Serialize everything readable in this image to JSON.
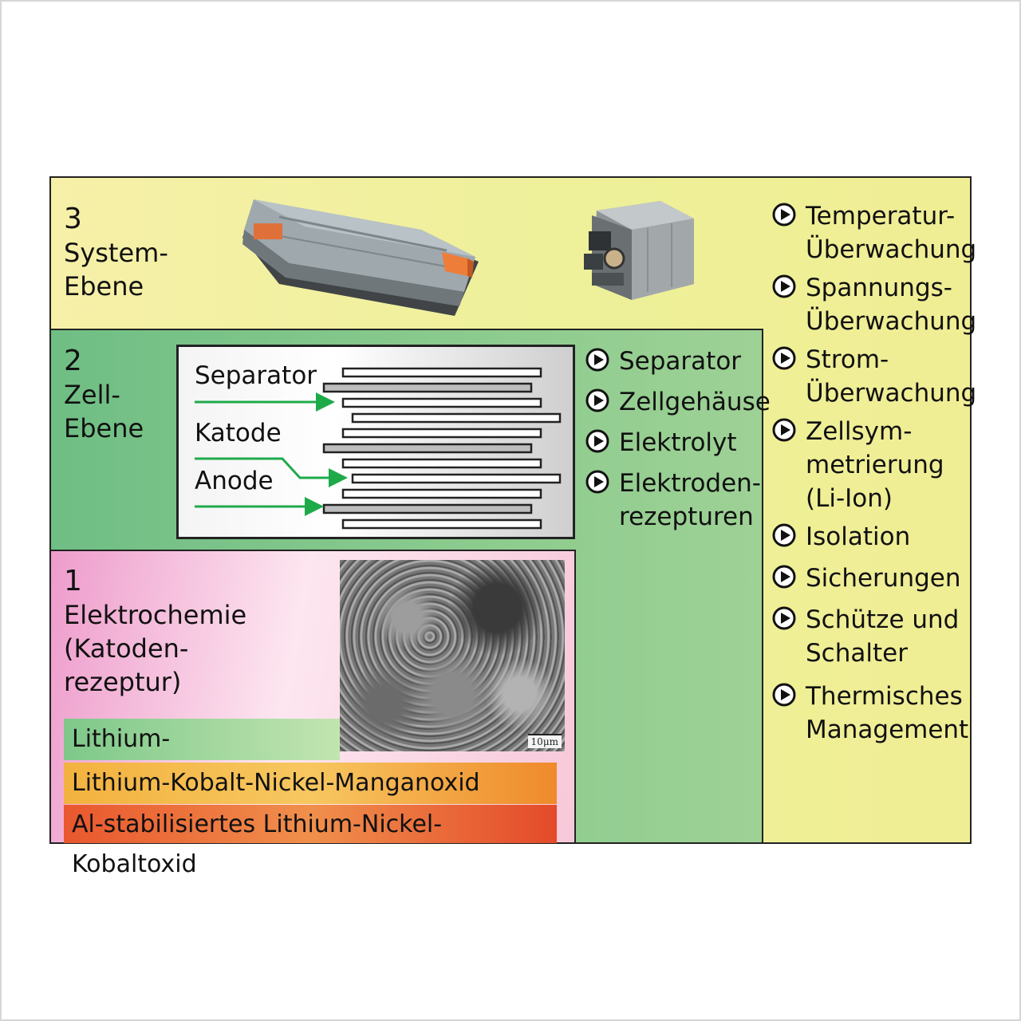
{
  "level3": {
    "number": "3",
    "line1": "System-",
    "line2": "Ebene"
  },
  "level2": {
    "number": "2",
    "line1": "Zell-",
    "line2": "Ebene"
  },
  "level1": {
    "number": "1",
    "line1": "Elektrochemie",
    "line2": "(Katoden-",
    "line3": "rezeptur)"
  },
  "stack_labels": {
    "separator": "Separator",
    "katode": "Katode",
    "anode": "Anode"
  },
  "cell_list": [
    {
      "line1": "Separator"
    },
    {
      "line1": "Zellgehäuse"
    },
    {
      "line1": "Elektrolyt"
    },
    {
      "line1": "Elektroden-",
      "line2": "rezepturen"
    }
  ],
  "system_list": [
    {
      "line1": "Temperatur-",
      "line2": "Überwachung"
    },
    {
      "line1": "Spannungs-",
      "line2": "Überwachung"
    },
    {
      "line1": "Strom-",
      "line2": "Überwachung"
    },
    {
      "line1": "Zellsym-",
      "line2": "metrierung",
      "line3": "(Li-Ion)"
    },
    {
      "line1": "Isolation"
    },
    {
      "line1": "Sicherungen"
    },
    {
      "line1": "Schütze und",
      "line2": "Schalter"
    },
    {
      "line1": "Thermisches",
      "line2": "Management"
    }
  ],
  "chemistries": [
    "Lithium-Eisenphosphat",
    "Lithium-Kobalt-Nickel-Manganoxid",
    "Al-stabilisiertes Lithium-Nickel-Kobaltoxid"
  ],
  "sem_scale": "10μm",
  "colors": {
    "system_bg": "#f0ee9c",
    "cell_bg": "#7fc48a",
    "chem_bg": "#f5c6d8",
    "arrow": "#1faa4a",
    "chem0": "#8fd093",
    "chem1": "#f4b545",
    "chem2": "#ea5a30"
  },
  "icons": {
    "bullet": "play-circle-icon"
  }
}
